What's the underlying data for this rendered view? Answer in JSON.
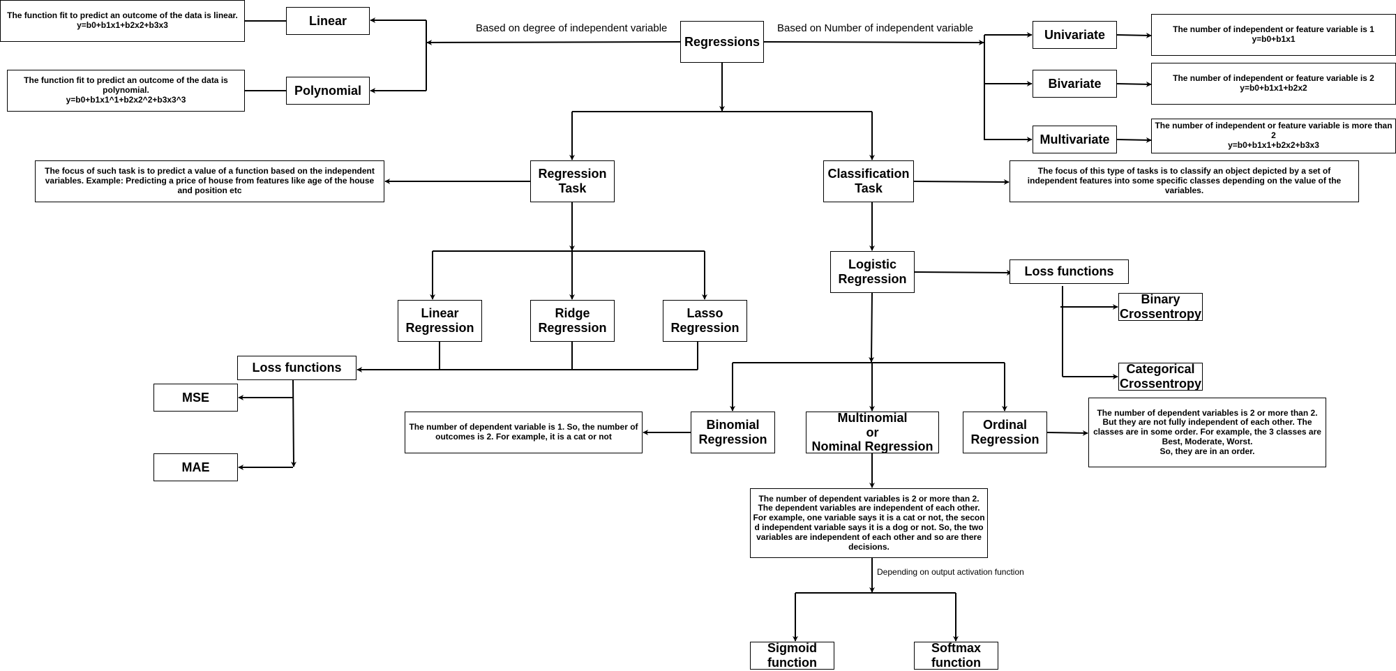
{
  "nodes": {
    "regressions": "Regressions",
    "linear": "Linear",
    "polynomial": "Polynomial",
    "linear_desc": "The function fit to predict an outcome of the data is linear.\ny=b0+b1x1+b2x2+b3x3",
    "polynomial_desc": "The function fit to predict an outcome of the data is polynomial.\ny=b0+b1x1^1+b2x2^2+b3x3^3",
    "univariate": "Univariate",
    "bivariate": "Bivariate",
    "multivariate": "Multivariate",
    "univariate_desc": "The number of independent or feature variable is 1\ny=b0+b1x1",
    "bivariate_desc": "The number of independent or feature variable is 2\ny=b0+b1x1+b2x2",
    "multivariate_desc": "The number of independent or feature variable is more than 2\ny=b0+b1x1+b2x2+b3x3",
    "regression_task": "Regression\nTask",
    "classification_task": "Classification\nTask",
    "regression_task_desc": "The focus of such task is to predict a value  of a function based on the independent variables. Example: Predicting a price of house from features like age of the house and position etc",
    "classification_task_desc": "The focus of this type of tasks is to classify an object depicted by a set of independent features into some specific classes depending on the value of the variables.",
    "linear_regression": "Linear\nRegression",
    "ridge_regression": "Ridge\nRegression",
    "lasso_regression": "Lasso\nRegression",
    "loss_functions_left": "Loss functions",
    "mse": "MSE",
    "mae": "MAE",
    "logistic_regression": "Logistic\nRegression",
    "loss_functions_right": "Loss functions",
    "binary_crossentropy": "Binary\nCrossentropy",
    "categorical_crossentropy": "Categorical\nCrossentropy",
    "binomial_regression": "Binomial\nRegression",
    "multinomial_regression": "Multinomial\nor\nNominal Regression",
    "ordinal_regression": "Ordinal\nRegression",
    "binomial_desc": "The number of dependent variable is 1. So, the number of outcomes is 2. For example, it is a cat or not",
    "ordinal_desc": "The number of dependent variables is 2 or more than 2. But they are not fully independent of each other. The classes are in some order. For example, the 3 classes are Best, Moderate, Worst.\nSo, they are in an order.",
    "multinomial_desc": "The number of dependent variables is 2 or more than 2. The dependent variables are independent of each other. For example, one variable says it is a cat or not, the secon d independent variable says it is a dog or not. So, the two variables are independent of each other and so are there decisions.",
    "sigmoid_function": "Sigmoid\nfunction",
    "softmax_function": "Softmax\nfunction"
  },
  "edge_labels": {
    "degree": "Based on degree of independent variable",
    "number": "Based on Number of independent variable",
    "activation": "Depending on output activation function"
  },
  "colors": {
    "stroke": "#000000",
    "fill": "#ffffff",
    "text": "#000000"
  }
}
